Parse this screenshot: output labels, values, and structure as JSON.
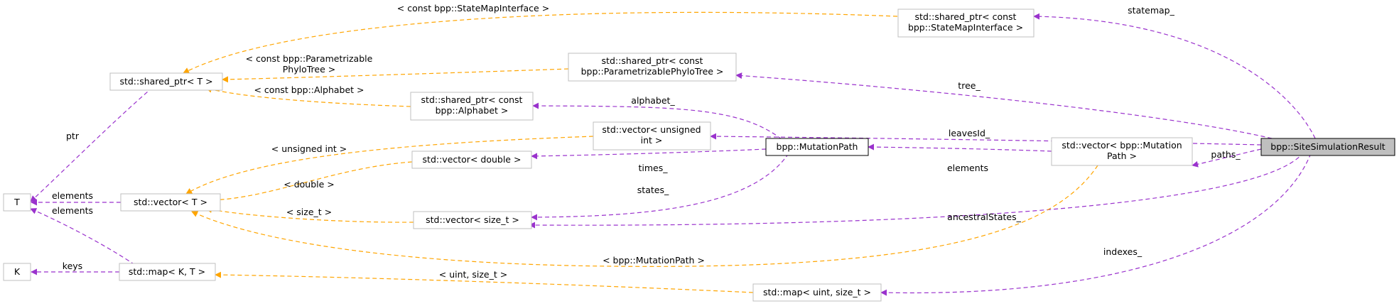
{
  "diagram": {
    "nodes": {
      "site_simulation_result": {
        "lines": [
          "bpp::SiteSimulationResult"
        ],
        "style": "highlight"
      },
      "shared_ptr_statemap": {
        "lines": [
          "std::shared_ptr< const",
          "bpp::StateMapInterface >"
        ],
        "style": "normal"
      },
      "shared_ptr_phylotree": {
        "lines": [
          "std::shared_ptr< const",
          "bpp::ParametrizablePhyloTree >"
        ],
        "style": "normal"
      },
      "shared_ptr_alphabet": {
        "lines": [
          "std::shared_ptr< const",
          "bpp::Alphabet >"
        ],
        "style": "normal"
      },
      "shared_ptr_t": {
        "lines": [
          "std::shared_ptr< T >"
        ],
        "style": "normal"
      },
      "vector_unsigned": {
        "lines": [
          "std::vector< unsigned",
          "int >"
        ],
        "style": "normal"
      },
      "mutation_path": {
        "lines": [
          "bpp::MutationPath"
        ],
        "style": "bold"
      },
      "vector_double": {
        "lines": [
          "std::vector< double >"
        ],
        "style": "normal"
      },
      "vector_size_t": {
        "lines": [
          "std::vector< size_t >"
        ],
        "style": "normal"
      },
      "vector_mutation_path": {
        "lines": [
          "std::vector< bpp::Mutation",
          "Path >"
        ],
        "style": "normal"
      },
      "vector_t": {
        "lines": [
          "std::vector< T >"
        ],
        "style": "normal"
      },
      "t": {
        "lines": [
          "T"
        ],
        "style": "normal"
      },
      "k": {
        "lines": [
          "K"
        ],
        "style": "normal"
      },
      "map_k_t": {
        "lines": [
          "std::map< K, T >"
        ],
        "style": "normal"
      },
      "map_uint_size_t": {
        "lines": [
          "std::map< uint, size_t >"
        ],
        "style": "normal"
      }
    },
    "edges": [
      {
        "id": "e-statemap",
        "kind": "usage",
        "label": [
          "statemap_"
        ]
      },
      {
        "id": "e-tree",
        "kind": "usage",
        "label": [
          "tree_"
        ]
      },
      {
        "id": "e-leaves",
        "kind": "usage",
        "label": [
          "leavesId_"
        ]
      },
      {
        "id": "e-paths",
        "kind": "usage",
        "label": [
          "paths_"
        ]
      },
      {
        "id": "e-ancestral",
        "kind": "usage",
        "label": [
          "ancestralStates_"
        ]
      },
      {
        "id": "e-indexes",
        "kind": "usage",
        "label": [
          "indexes_"
        ]
      },
      {
        "id": "e-elements-mp",
        "kind": "usage",
        "label": [
          "elements"
        ]
      },
      {
        "id": "e-alphabet",
        "kind": "usage",
        "label": [
          "alphabet_"
        ]
      },
      {
        "id": "e-times",
        "kind": "usage",
        "label": [
          "times_"
        ]
      },
      {
        "id": "e-states",
        "kind": "usage",
        "label": [
          "states_"
        ]
      },
      {
        "id": "e-ptr",
        "kind": "usage",
        "label": [
          "ptr"
        ]
      },
      {
        "id": "e-elements-vt",
        "kind": "usage",
        "label": [
          "elements"
        ]
      },
      {
        "id": "e-elements-map",
        "kind": "usage",
        "label": [
          "elements"
        ]
      },
      {
        "id": "e-keys",
        "kind": "usage",
        "label": [
          "keys"
        ]
      },
      {
        "id": "e-tpl-statemap",
        "kind": "template",
        "label": [
          "< const bpp::StateMapInterface >"
        ]
      },
      {
        "id": "e-tpl-phylotree",
        "kind": "template",
        "label": [
          "< const bpp::Parametrizable",
          "PhyloTree >"
        ]
      },
      {
        "id": "e-tpl-alphabet",
        "kind": "template",
        "label": [
          "< const bpp::Alphabet >"
        ]
      },
      {
        "id": "e-tpl-unsigned",
        "kind": "template",
        "label": [
          "< unsigned int >"
        ]
      },
      {
        "id": "e-tpl-double",
        "kind": "template",
        "label": [
          "< double >"
        ]
      },
      {
        "id": "e-tpl-sizet",
        "kind": "template",
        "label": [
          "< size_t >"
        ]
      },
      {
        "id": "e-tpl-mutationpath",
        "kind": "template",
        "label": [
          "< bpp::MutationPath >"
        ]
      },
      {
        "id": "e-tpl-uint",
        "kind": "template",
        "label": [
          "< uint, size_t >"
        ]
      }
    ],
    "colors": {
      "usage": "#9a32cd",
      "template": "#ffa500",
      "box_border": "#bfbfbf",
      "highlight_fill": "#bfbfbf"
    }
  }
}
